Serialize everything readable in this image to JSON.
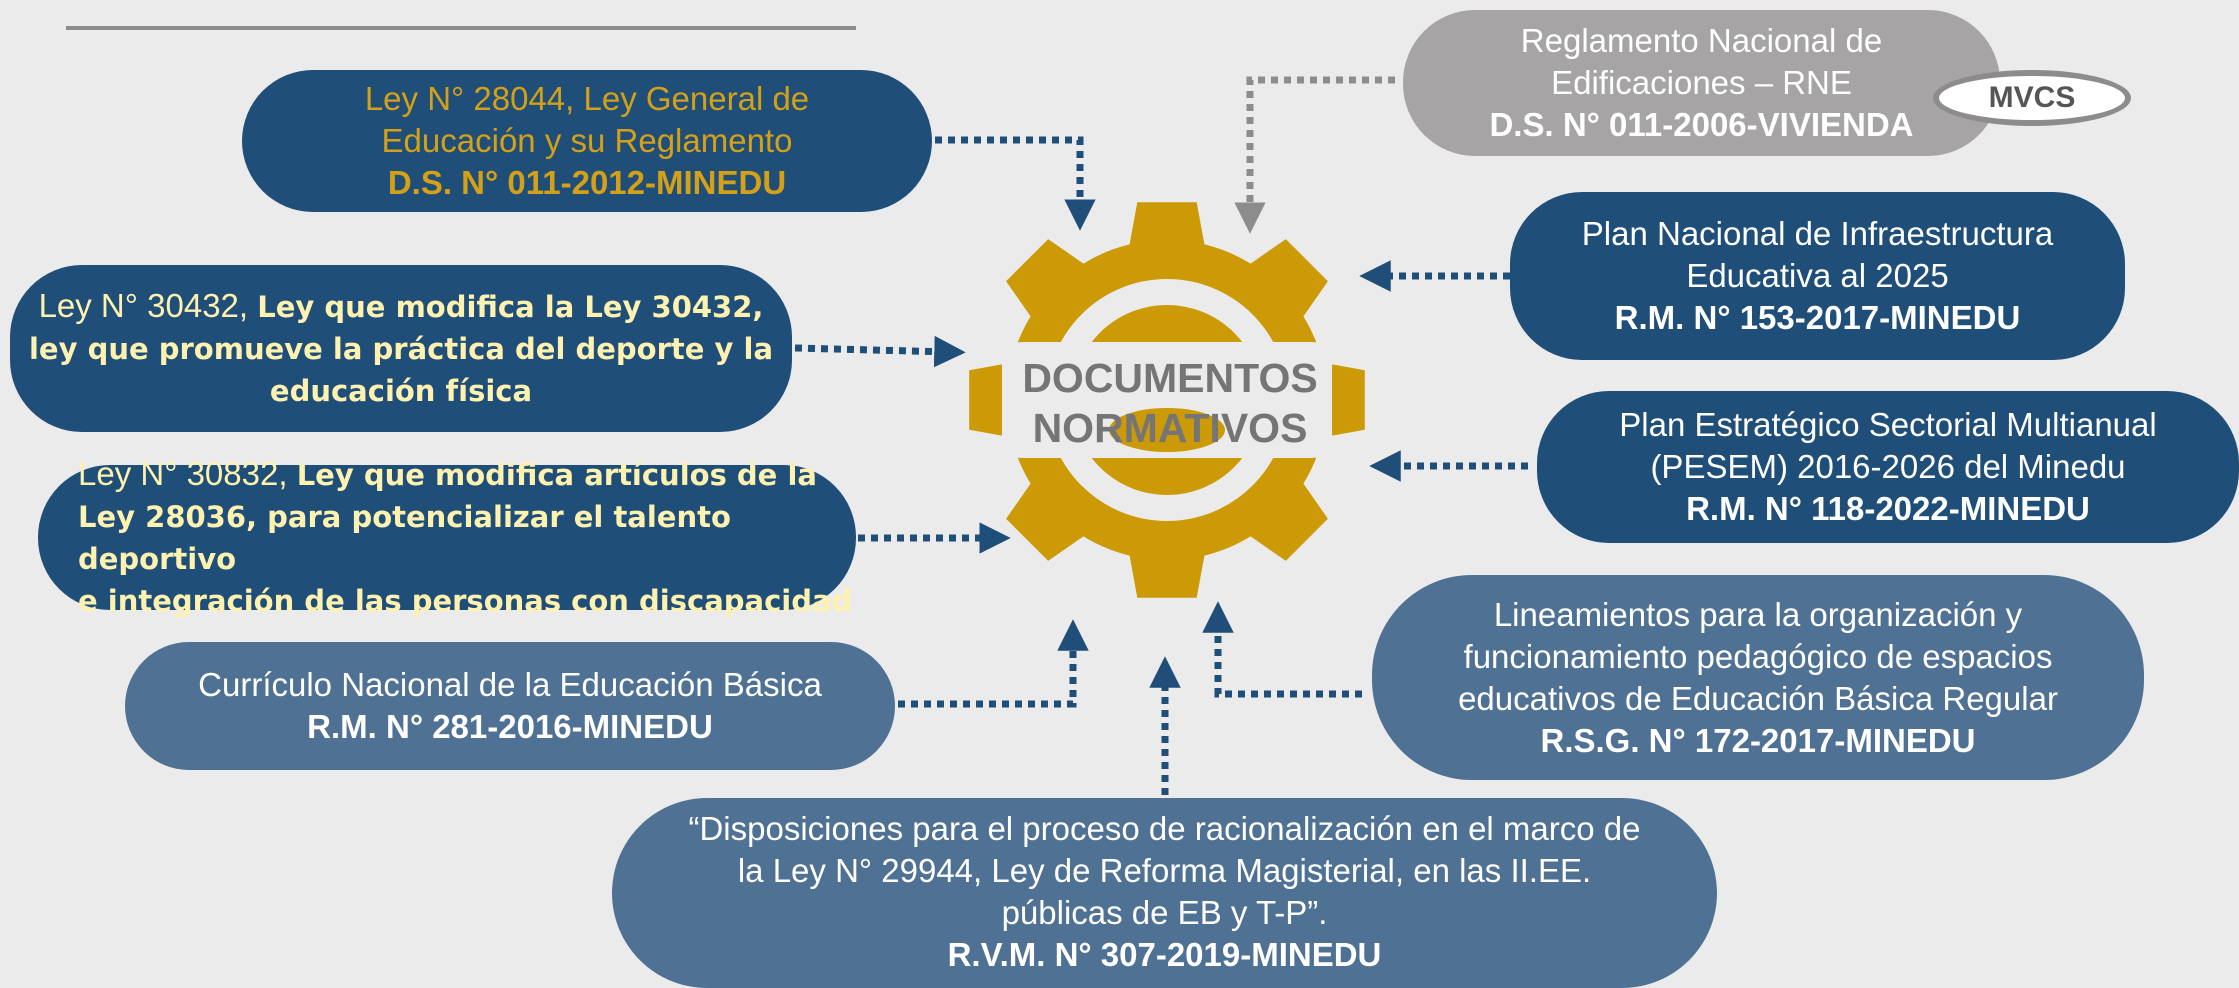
{
  "center": {
    "title_line1": "DOCUMENTOS",
    "title_line2": "NORMATIVOS"
  },
  "colors": {
    "gear": "#cc9a06",
    "dark_blue": "#1f4e78",
    "steel_blue": "#4f7193",
    "gray": "#a6a4a4",
    "gold_text": "#d4a017",
    "cream_text": "#fff2b0"
  },
  "docs": {
    "ley28044": {
      "line1": "Ley N° 28044, Ley General de",
      "line2": "Educación y su Reglamento",
      "code": "D.S. N° 011-2012-MINEDU"
    },
    "ley30432": {
      "lead": "Ley N° 30432, ",
      "line1": "Ley que modifica la Ley 30432,",
      "line2": "ley que promueve la práctica del deporte y la",
      "line3": "educación física"
    },
    "ley30832": {
      "lead": "Ley N° 30832, ",
      "line1": "Ley que modifica artículos de la",
      "line2": "Ley 28036, para potencializar el talento deportivo",
      "line3": "e integración de las personas con discapacidad"
    },
    "curriculo": {
      "line1": "Currículo Nacional de la Educación Básica",
      "code": "R.M. N° 281-2016-MINEDU"
    },
    "rne": {
      "line1": "Reglamento Nacional de",
      "line2": "Edificaciones – RNE",
      "code": "D.S. N° 011-2006-VIVIENDA",
      "badge": "MVCS"
    },
    "pnie": {
      "line1": "Plan Nacional de Infraestructura",
      "line2": "Educativa al 2025",
      "code": "R.M. N° 153-2017-MINEDU"
    },
    "pesem": {
      "line1": "Plan Estratégico Sectorial Multianual",
      "line2": "(PESEM) 2016-2026 del Minedu",
      "code": "R.M. N° 118-2022-MINEDU"
    },
    "lineamientos": {
      "line1": "Lineamientos para la organización y",
      "line2": "funcionamiento pedagógico de espacios",
      "line3": "educativos de Educación Básica Regular",
      "code": "R.S.G. N° 172-2017-MINEDU"
    },
    "disposiciones": {
      "line1": "“Disposiciones para el proceso de racionalización en el marco de",
      "line2": "la Ley N° 29944, Ley de Reforma Magisterial, en las II.EE.",
      "line3": "públicas de EB y T-P”.",
      "code": "R.V.M. N° 307-2019-MINEDU"
    }
  }
}
